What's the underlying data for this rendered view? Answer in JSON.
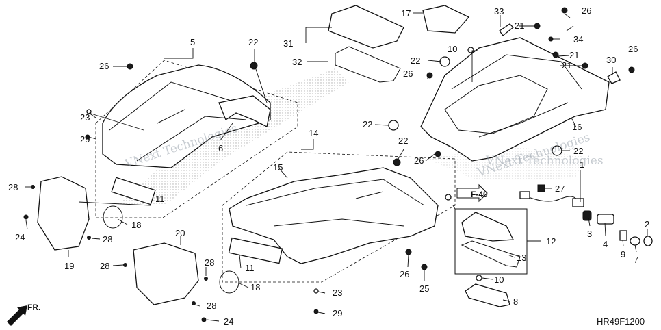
{
  "diagram_code": "HR49F1200",
  "arrow_fr": "FR.",
  "ref_box": "F-40",
  "watermark": [
    "VNext Technologies",
    "VNext Technologies",
    "VNext Technologies"
  ],
  "callouts": [
    "1",
    "2",
    "3",
    "4",
    "5",
    "6",
    "7",
    "8",
    "9",
    "10",
    "10",
    "11",
    "11",
    "12",
    "13",
    "14",
    "15",
    "16",
    "17",
    "18",
    "18",
    "19",
    "20",
    "21",
    "21",
    "21",
    "22",
    "22",
    "22",
    "22",
    "22",
    "23",
    "23",
    "24",
    "24",
    "25",
    "26",
    "26",
    "26",
    "26",
    "26",
    "26",
    "27",
    "28",
    "28",
    "28",
    "28",
    "28",
    "29",
    "29",
    "30",
    "31",
    "32",
    "33",
    "34"
  ]
}
